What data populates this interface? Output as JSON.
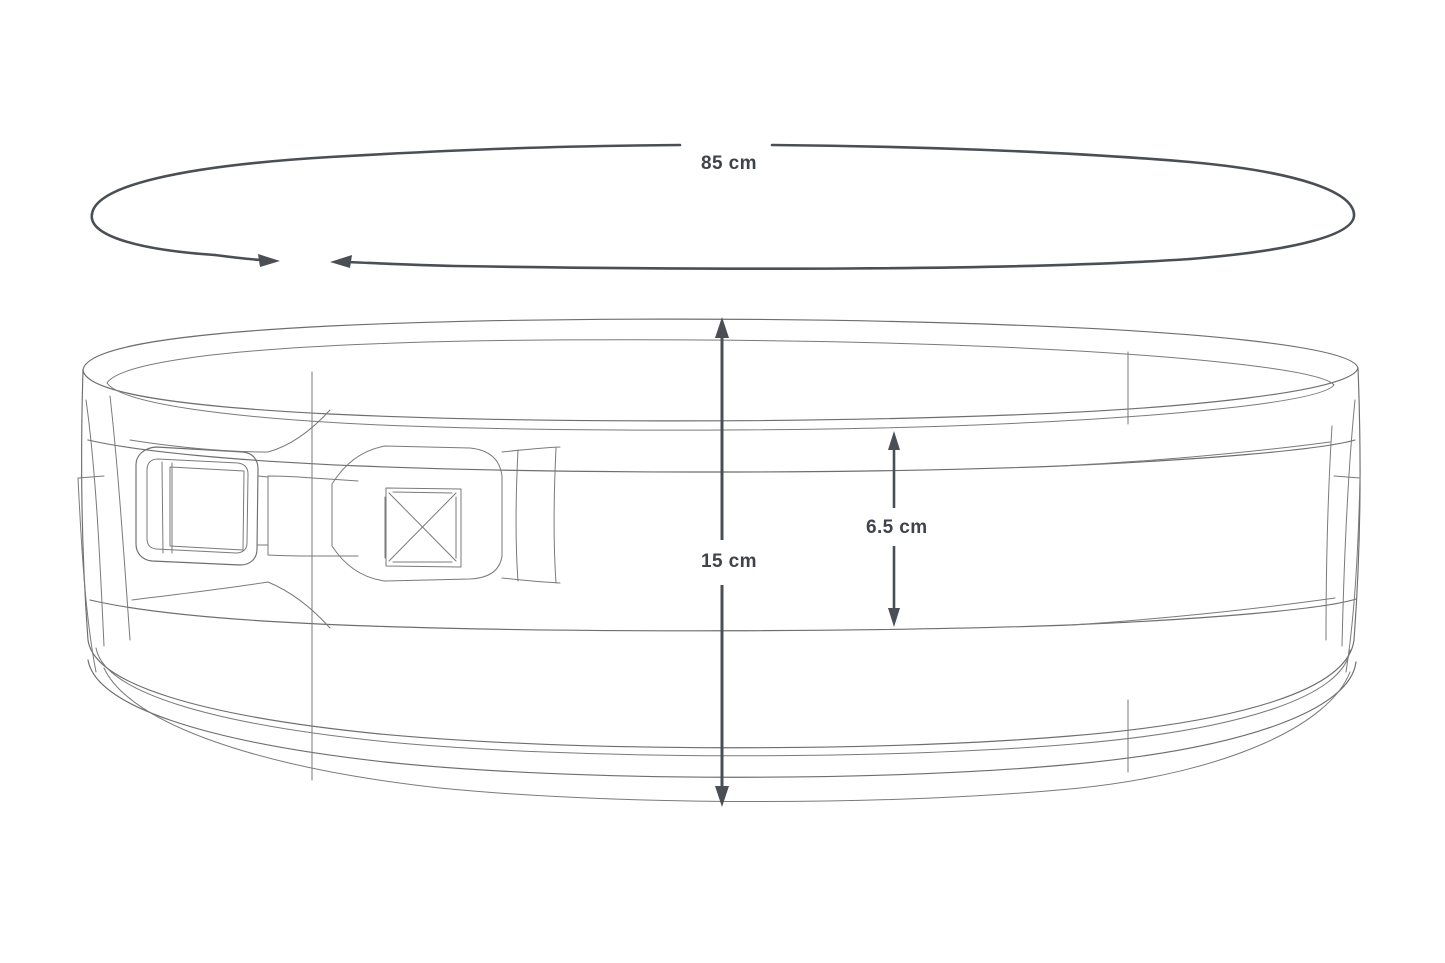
{
  "drawing": {
    "title": "Belt technical specification drawing",
    "background_color": "#ffffff",
    "line_color": "#6e6e6e",
    "dimension_color": "#4a4f55"
  },
  "dimensions": {
    "circumference": {
      "label": "85 cm",
      "name": "belt-circumference",
      "value": 85,
      "unit": "cm",
      "orientation": "horizontal"
    },
    "height": {
      "label": "15 cm",
      "name": "belt-total-height",
      "value": 15,
      "unit": "cm",
      "orientation": "vertical"
    },
    "width": {
      "label": "6.5 cm",
      "name": "belt-band-width",
      "value": 6.5,
      "unit": "cm",
      "orientation": "vertical"
    }
  },
  "parts": [
    {
      "name": "circumference-ellipse",
      "label": "Circumference indicator ellipse"
    },
    {
      "name": "belt-body",
      "label": "Belt body"
    },
    {
      "name": "belt-top-rim",
      "label": "Belt top rim band"
    },
    {
      "name": "belt-bottom-rim",
      "label": "Belt bottom rim band"
    },
    {
      "name": "buckle-frame",
      "label": "Buckle frame"
    },
    {
      "name": "buckle-prong",
      "label": "Buckle prong bar"
    },
    {
      "name": "strap-loop",
      "label": "Strap keeper loop"
    },
    {
      "name": "x-box-stitch",
      "label": "Box-X reinforcement stitch"
    },
    {
      "name": "left-side-tab",
      "label": "Left side seam tab"
    },
    {
      "name": "right-side-tab",
      "label": "Right side seam tab"
    },
    {
      "name": "panel-seam-left",
      "label": "Left panel seam"
    },
    {
      "name": "panel-seam-right",
      "label": "Right panel seam"
    }
  ]
}
